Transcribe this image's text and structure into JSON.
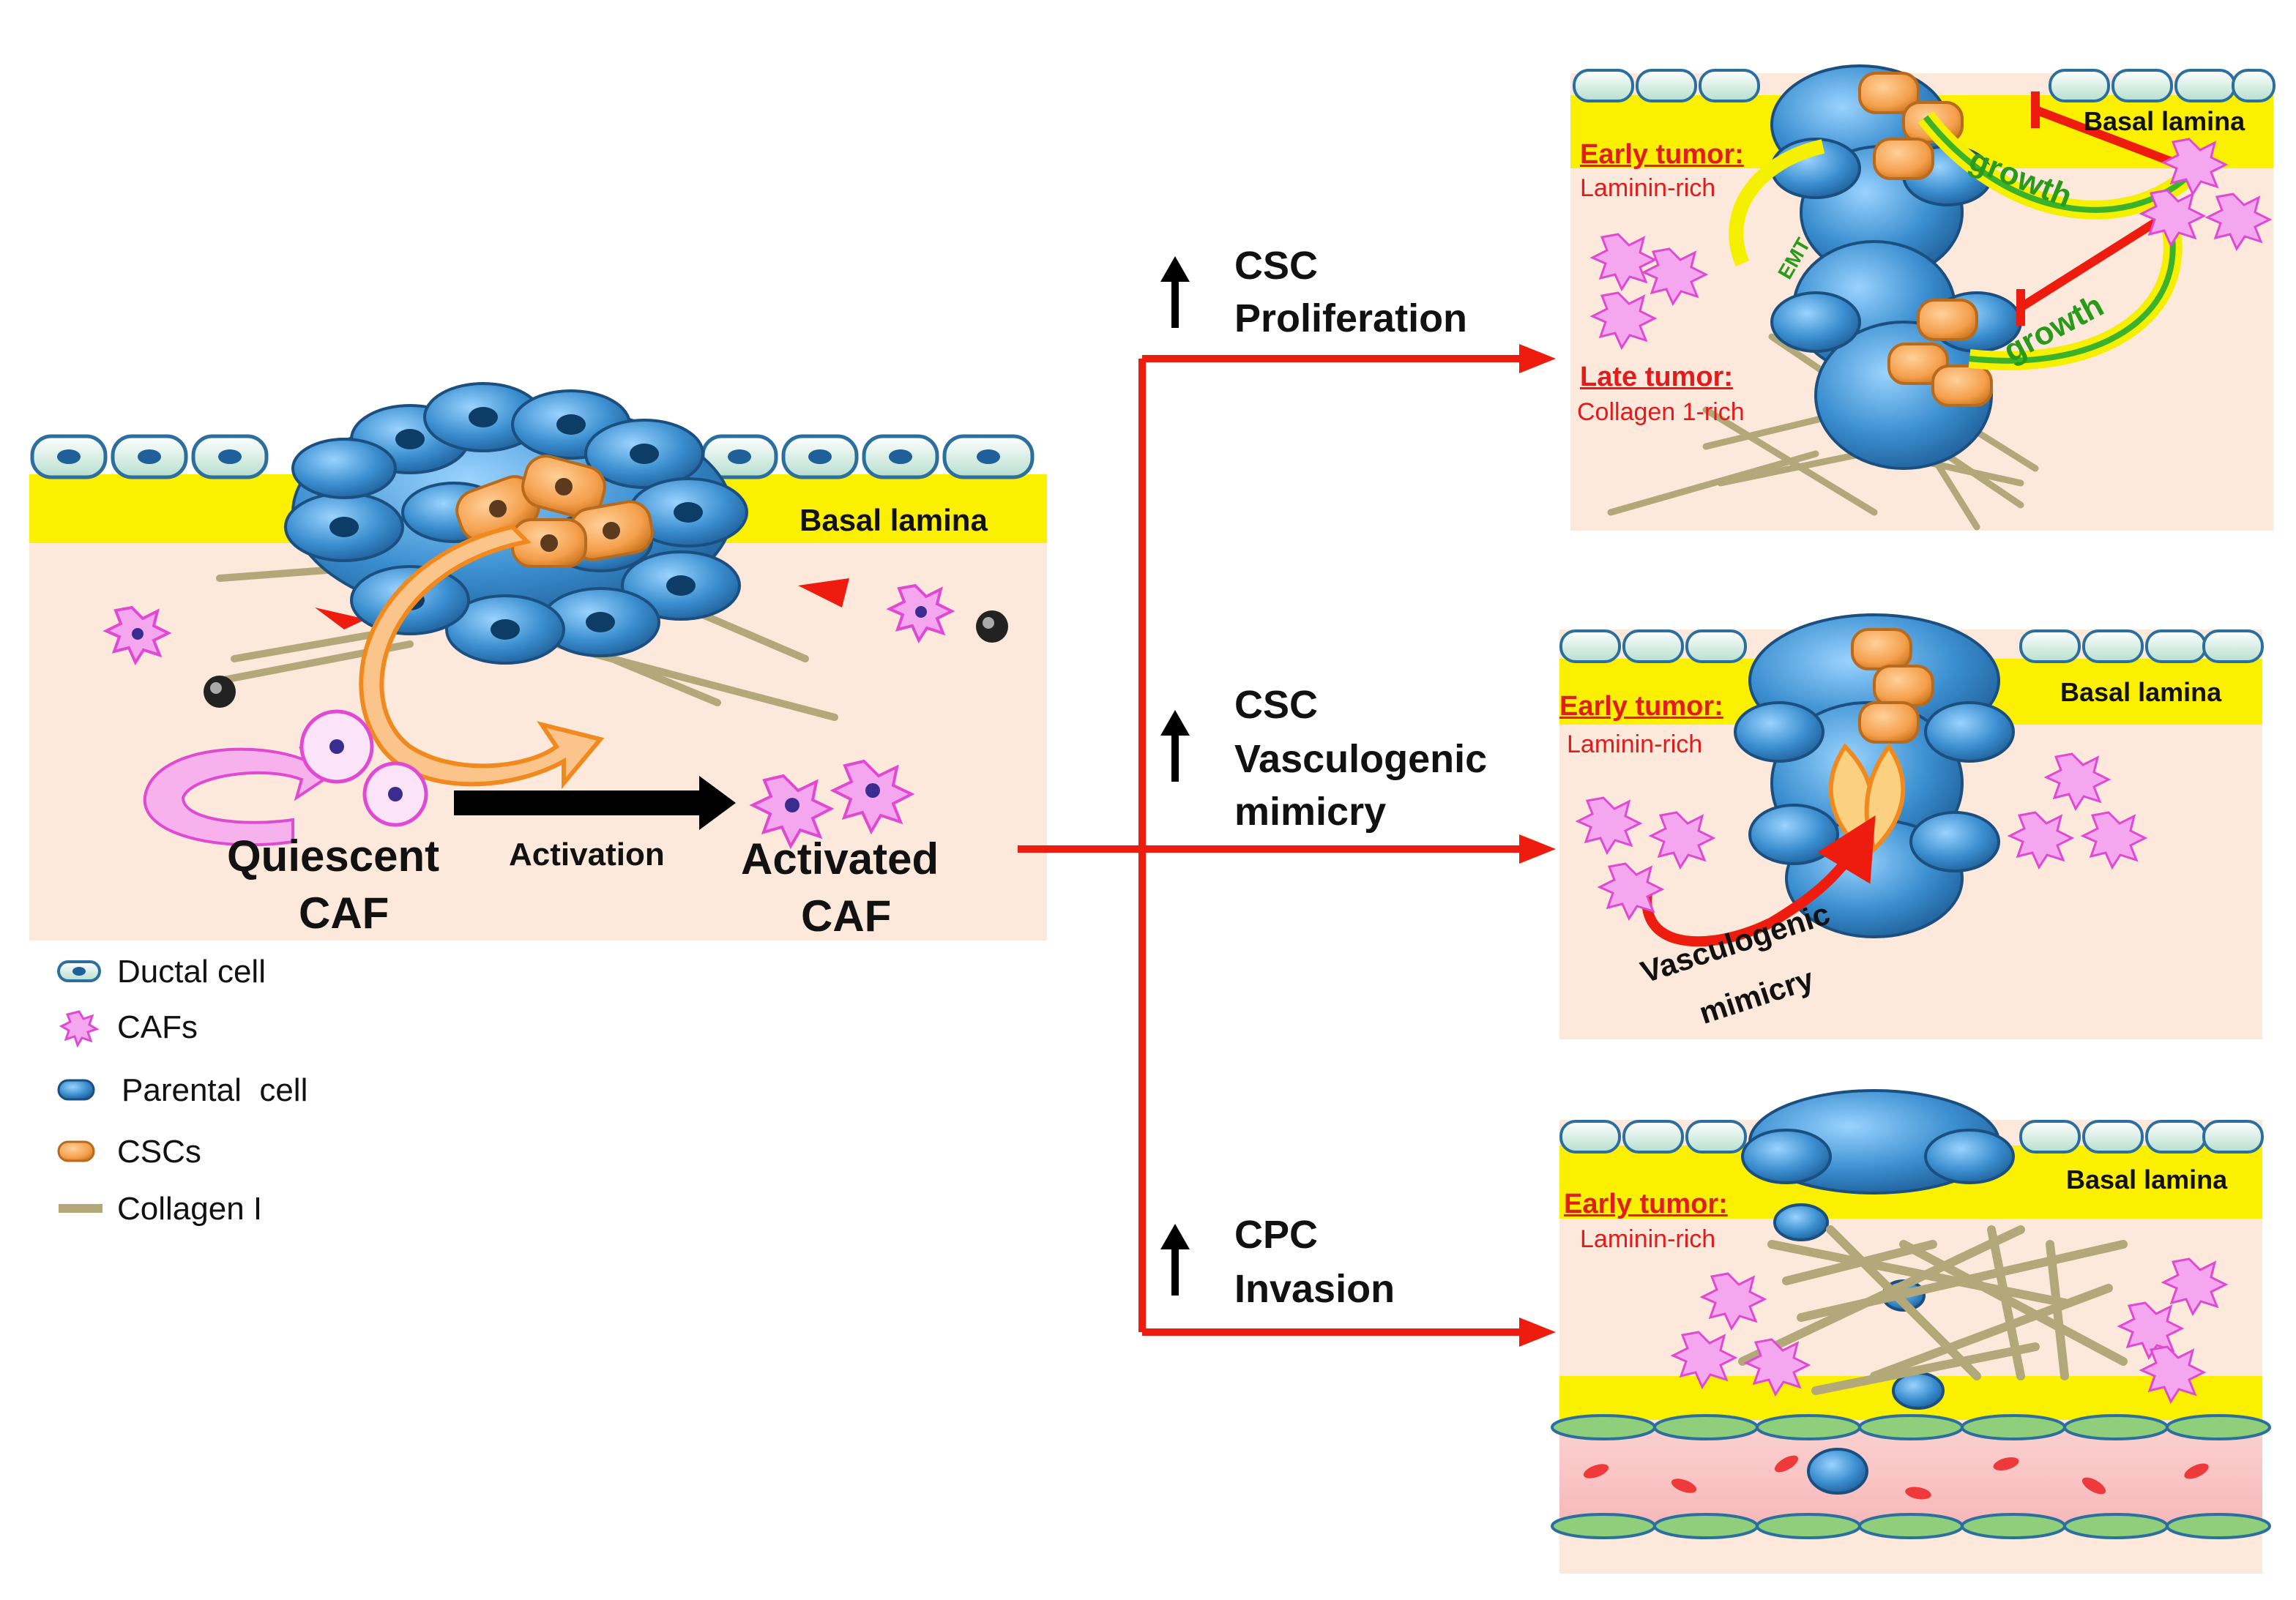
{
  "main_panel": {
    "basal_lamina": "Basal lamina",
    "quiescent": "Quiescent",
    "caf1": "CAF",
    "activation": "Activation",
    "activated": "Activated",
    "caf2": "CAF"
  },
  "legend": [
    {
      "icon": "ductal-cell-icon",
      "label": "Ductal cell"
    },
    {
      "icon": "caf-icon",
      "label": "CAFs"
    },
    {
      "icon": "parental-cell-icon",
      "label": "Parental  cell"
    },
    {
      "icon": "csc-icon",
      "label": "CSCs"
    },
    {
      "icon": "collagen-icon",
      "label": "Collagen I"
    }
  ],
  "branches": [
    {
      "line1": "CSC",
      "line2": "Proliferation"
    },
    {
      "line1": "CSC",
      "line2": "Vasculogenic",
      "line3": "mimicry"
    },
    {
      "line1": "CPC",
      "line2": "Invasion"
    }
  ],
  "panel1": {
    "basal_lamina": "Basal lamina",
    "early_tumor": "Early tumor:",
    "laminin_rich": "Laminin-rich",
    "late_tumor": "Late tumor:",
    "collagen_rich": "Collagen 1-rich",
    "growth1": "growth",
    "growth2": "growth",
    "emt": "EMT"
  },
  "panel2": {
    "basal_lamina": "Basal lamina",
    "early_tumor": "Early tumor:",
    "laminin_rich": "Laminin-rich",
    "vm1": "Vasculogenic",
    "vm2": "mimicry"
  },
  "panel3": {
    "basal_lamina": "Basal lamina",
    "early_tumor": "Early tumor:",
    "laminin_rich": "Laminin-rich"
  },
  "colors": {
    "stroma": "#fde9dc",
    "lamina": "#fbf000",
    "ductal": "#d8efe4",
    "tumor": "#3b8fd0",
    "csc": "#f5a04d",
    "caf": "#f06ee8",
    "collagen": "#b3a87a",
    "arrow_red": "#ee1c0e"
  }
}
